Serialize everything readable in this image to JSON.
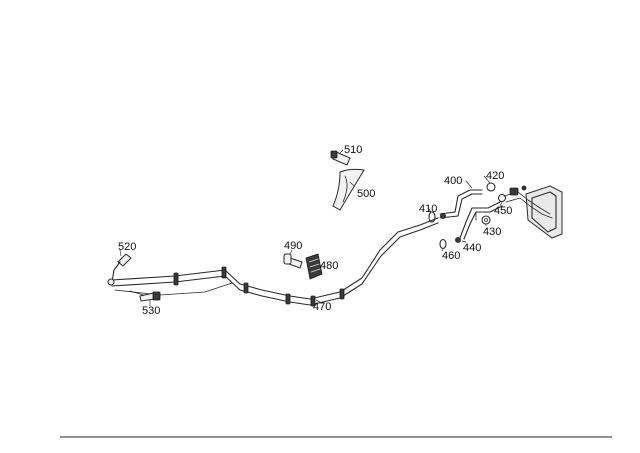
{
  "diagram": {
    "part_labels": [
      "400",
      "410",
      "420",
      "430",
      "440",
      "450",
      "460",
      "470",
      "480",
      "490",
      "500",
      "510",
      "520",
      "530"
    ]
  }
}
